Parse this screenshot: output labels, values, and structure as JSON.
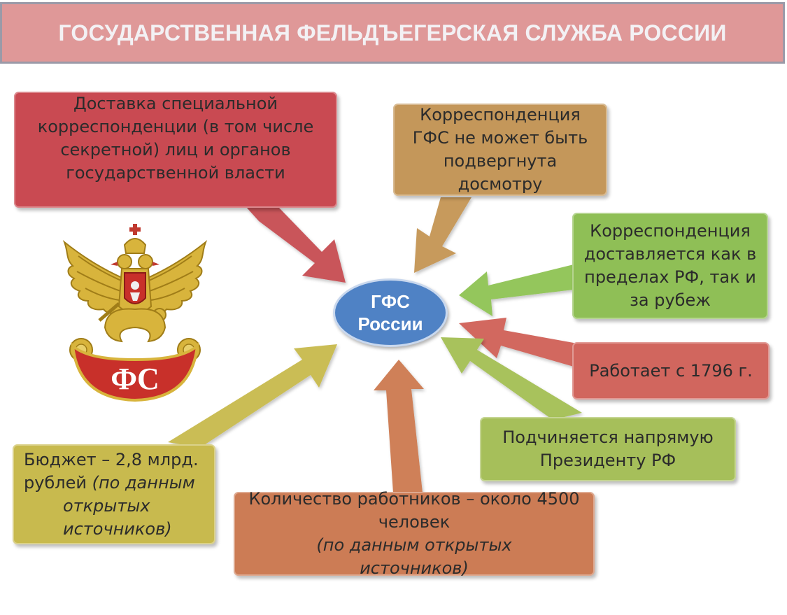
{
  "header": {
    "title": "ГОСУДАРСТВЕННАЯ ФЕЛЬДЪЕГЕРСКАЯ СЛУЖБА РОССИИ"
  },
  "center": {
    "line1": "ГФС",
    "line2": "России",
    "color": "#4f82c5"
  },
  "boxes": {
    "delivery": {
      "lines": [
        "Доставка специальной",
        "корреспонденции (в том числе",
        "секретной) лиц и органов",
        "государственной власти"
      ],
      "color": "#c94a52"
    },
    "inspection": {
      "lines": [
        "Корреспонденция",
        "ГФС не может быть",
        "подвергнута",
        "досмотру"
      ],
      "color": "#c4975a"
    },
    "abroad": {
      "lines": [
        "Корреспонденция",
        "доставляется как в",
        "пределах РФ, так и",
        "за рубеж"
      ],
      "color": "#8fbf56"
    },
    "since": {
      "text": "Работает с 1796 г.",
      "color": "#d1665e"
    },
    "president": {
      "lines": [
        "Подчиняется напрямую",
        "Президенту РФ"
      ],
      "color": "#a6bf5a"
    },
    "workers": {
      "lines": [
        "Количество работников – около 4500",
        "человек"
      ],
      "italic_lines": [
        "(по данным открытых",
        "источников)"
      ],
      "color": "#cc7c55"
    },
    "budget": {
      "line1": "Бюджет – 2,8 млрд.",
      "line2_plain": "рублей ",
      "line2_italic": "(по данным",
      "italic_lines": [
        "открытых",
        "источников)"
      ],
      "color": "#c8ba4e"
    }
  },
  "emblem": {
    "text": "ФС",
    "icon": "double-headed-eagle-emblem"
  }
}
